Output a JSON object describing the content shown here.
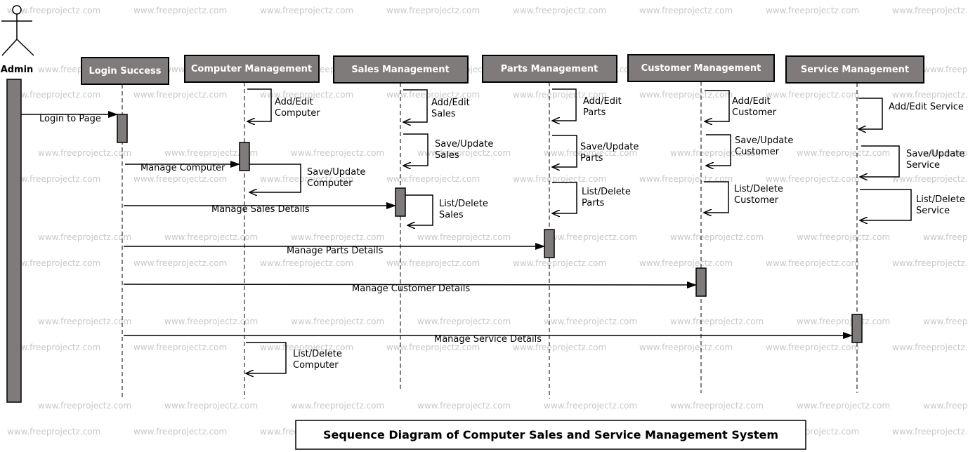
{
  "watermark": "www.freeprojectz.com",
  "actor": {
    "label": "Admin"
  },
  "lifelines": {
    "login": "Login Success",
    "computer": "Computer Management",
    "sales": "Sales Management",
    "parts": "Parts Management",
    "customer": "Customer Management",
    "service": "Service Management"
  },
  "messages": {
    "login_to_page": "Login to Page",
    "manage_computer": "Manage Computer",
    "manage_sales": "Manage Sales Details",
    "manage_parts": "Manage Parts Details",
    "manage_customer": "Manage Customer Details",
    "manage_service": "Manage Service Details"
  },
  "self_messages": {
    "computer_add": [
      "Add/Edit",
      "Computer"
    ],
    "computer_save": [
      "Save/Update",
      "Computer"
    ],
    "computer_list": [
      "List/Delete",
      "Computer"
    ],
    "sales_add": [
      "Add/Edit",
      "Sales"
    ],
    "sales_save": [
      "Save/Update",
      "Sales"
    ],
    "sales_list": [
      "List/Delete",
      "Sales"
    ],
    "parts_add": [
      "Add/Edit",
      "Parts"
    ],
    "parts_save": [
      "Save/Update",
      "Parts"
    ],
    "parts_list": [
      "List/Delete",
      "Parts"
    ],
    "customer_add": [
      "Add/Edit",
      "Customer"
    ],
    "customer_save": [
      "Save/Update",
      "Customer"
    ],
    "customer_list": [
      "List/Delete",
      "Customer"
    ],
    "service_add": [
      "Add/Edit Service"
    ],
    "service_save": [
      "Save/Update",
      "Service"
    ],
    "service_list": [
      "List/Delete",
      "Service"
    ]
  },
  "caption": "Sequence Diagram of Computer Sales and Service Management System",
  "colors": {
    "box_fill": "#7f7b7b",
    "watermark": "#c8c8c8",
    "line": "#000000"
  }
}
